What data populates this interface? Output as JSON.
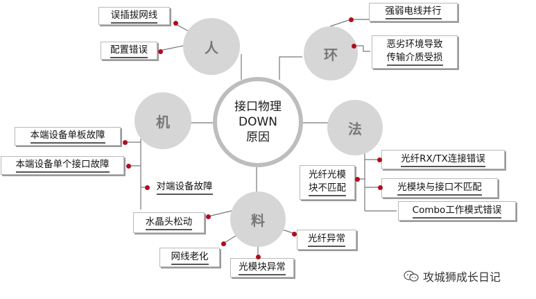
{
  "center": {
    "line1": "接口物理DOWN",
    "line2": "原因"
  },
  "categories": {
    "ren": "人",
    "huan": "环",
    "ji": "机",
    "fa": "法",
    "liao": "料"
  },
  "causes": {
    "ren_1": "误插拔网线",
    "ren_2": "配置错误",
    "huan_1": "强弱电线并行",
    "huan_2_l1": "恶劣环境导致",
    "huan_2_l2": "传输介质受损",
    "ji_1": "本端设备单板故障",
    "ji_2": "本端设备单个接口故障",
    "ji_3": "对端设备故障",
    "fa_1": "光纤RX/TX连接错误",
    "fa_2": "光模块与接口不匹配",
    "fa_3": "Combo工作模式错误",
    "fa_4_l1": "光纤光模",
    "fa_4_l2": "块不匹配",
    "liao_1": "水晶头松动",
    "liao_2": "光纤异常",
    "liao_3": "网线老化",
    "liao_4": "光模块异常"
  },
  "watermark": {
    "text": "攻城狮成长日记",
    "icon": "wechat-icon"
  },
  "colors": {
    "dot": "#b00d1d",
    "circle": "#d6d6d6",
    "ring": "#bdbdbd"
  }
}
